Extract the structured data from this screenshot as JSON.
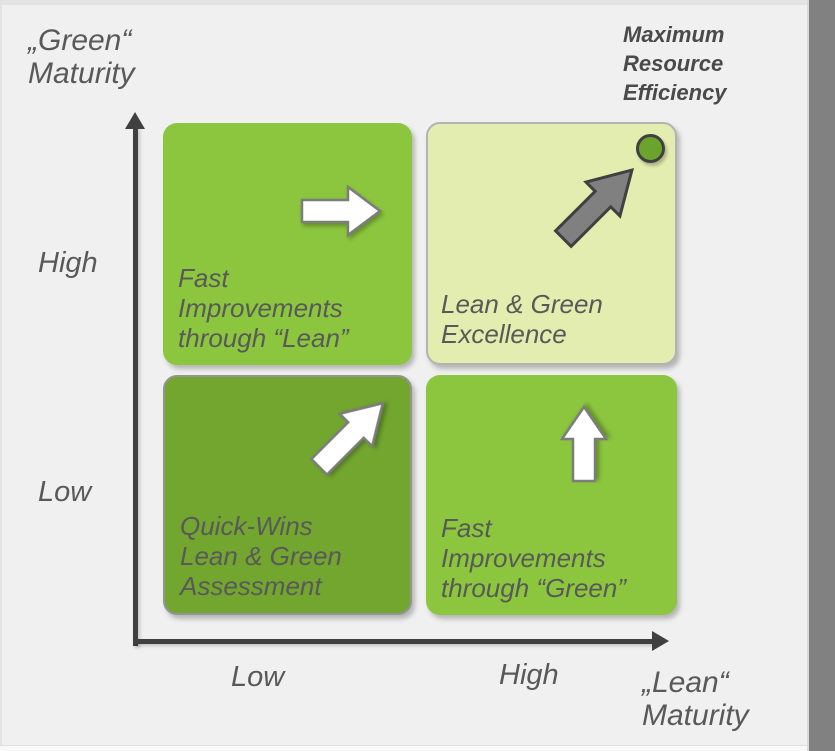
{
  "diagram": {
    "name": "Lean and Green maturity matrix",
    "y_axis": {
      "title_line1": "„Green“",
      "title_line2": "Maturity",
      "high_label": "High",
      "low_label": "Low"
    },
    "x_axis": {
      "title_line1": "„Lean“",
      "title_line2": "Maturity",
      "low_label": "Low",
      "high_label": "High"
    },
    "goal": {
      "line1": "Maximum",
      "line2": "Resource",
      "line3": "Efficiency"
    },
    "quadrants": {
      "top_left": {
        "line1": "Fast",
        "line2": "Improvements",
        "line3": "through “Lean”",
        "fill": "#8cc63e",
        "arrow": "right-arrow-white"
      },
      "top_right": {
        "line1": "Lean & Green",
        "line2": "Excellence",
        "fill": "#e4edb0",
        "arrow": "up-right-arrow-gray",
        "marker": "green-target-dot",
        "marker_fill": "#6ca32c"
      },
      "bottom_left": {
        "line1": "Quick-Wins",
        "line2": "Lean & Green",
        "line3": "Assessment",
        "fill": "#72a62f",
        "arrow": "up-right-arrow-white"
      },
      "bottom_right": {
        "line1": "Fast",
        "line2": "Improvements",
        "line3": "through “Green”",
        "fill": "#8cc63e",
        "arrow": "up-arrow-white"
      }
    },
    "colors": {
      "background": "#f0f0f0",
      "axis": "#404040",
      "text": "#595959",
      "bright_green": "#8cc63e",
      "dark_green": "#72a62f",
      "pale_green": "#e4edb0",
      "dot_green": "#6ca32c",
      "side_bar_gray": "#818181"
    }
  }
}
